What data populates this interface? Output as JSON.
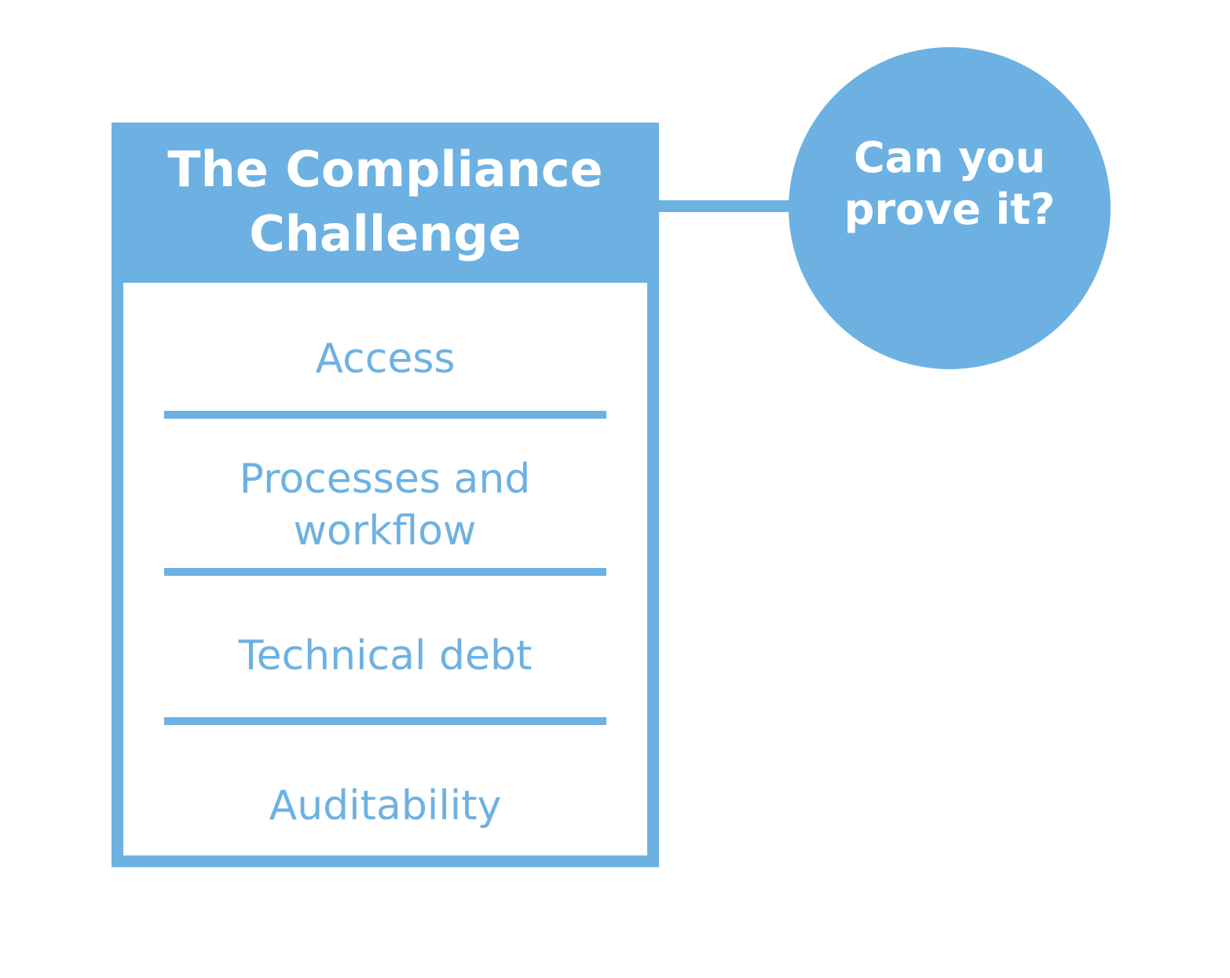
{
  "colors": {
    "accent": "#6db1e2",
    "background": "#ffffff"
  },
  "panel": {
    "title": "The Compliance Challenge",
    "items": [
      "Access",
      "Processes and workflow",
      "Technical debt",
      "Auditability"
    ]
  },
  "bubble": {
    "text": "Can you prove it?"
  }
}
